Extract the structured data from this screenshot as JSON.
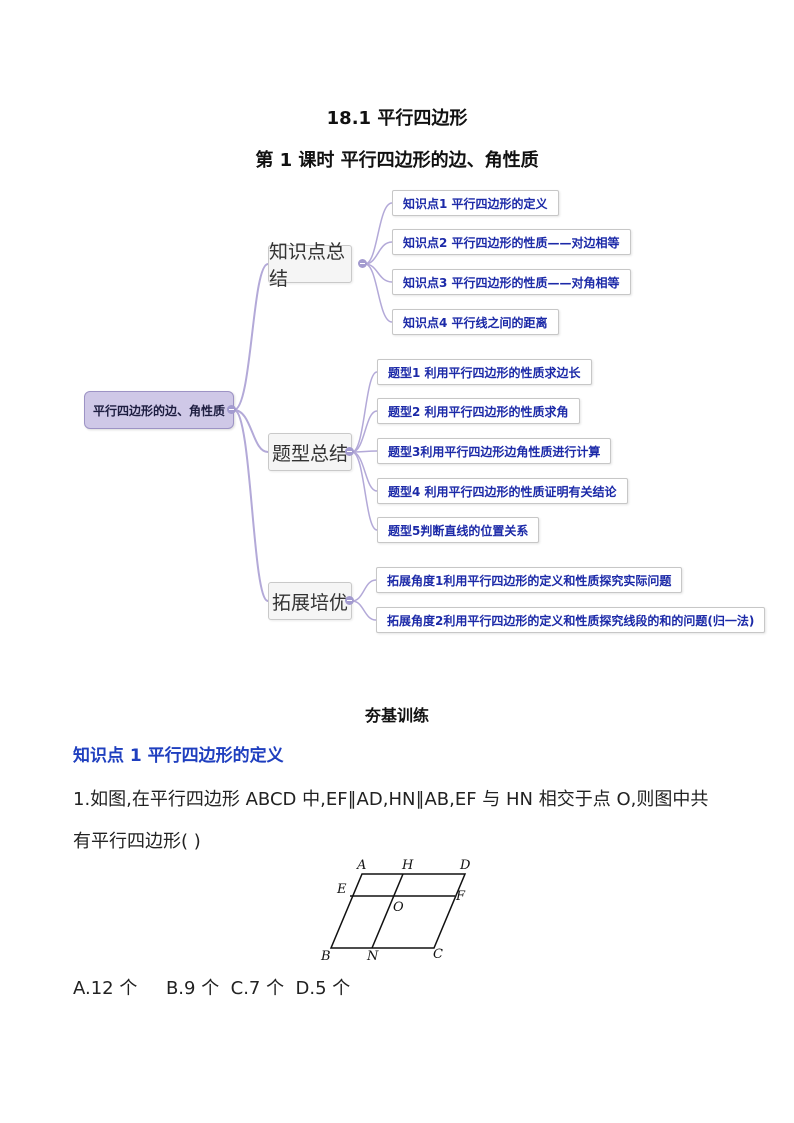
{
  "header": {
    "title": "18.1  平行四边形",
    "subtitle": "第 1 课时  平行四边形的边、角性质"
  },
  "mindmap": {
    "root": "平行四边形的边、角性质",
    "categories": [
      {
        "label": "知识点总结",
        "items": [
          "知识点1  平行四边形的定义",
          "知识点2 平行四边形的性质——对边相等",
          "知识点3 平行四边形的性质——对角相等",
          "知识点4 平行线之间的距离"
        ]
      },
      {
        "label": "题型总结",
        "items": [
          "题型1  利用平行四边形的性质求边长",
          "题型2 利用平行四边形的性质求角",
          "题型3利用平行四边形边角性质进行计算",
          "题型4 利用平行四边形的性质证明有关结论",
          "题型5判断直线的位置关系"
        ]
      },
      {
        "label": "拓展培优",
        "items": [
          "拓展角度1利用平行四边形的定义和性质探究实际问题",
          "拓展角度2利用平行四边形的定义和性质探究线段的和的问题(归一法)"
        ]
      }
    ],
    "colors": {
      "branch": "#b3a9d8",
      "leaf_text": "#1c2aa8",
      "root_fill": "#cfc8e7"
    }
  },
  "exercise": {
    "section_title": "夯基训练",
    "knowledge_point": "知识点 1  平行四边形的定义",
    "question_line1": "1.如图,在平行四边形 ABCD 中,EF∥AD,HN∥AB,EF 与 HN 相交于点 O,则图中共",
    "question_line2": "有平行四边形(        )",
    "figure_labels": {
      "A": "A",
      "H": "H",
      "D": "D",
      "E": "E",
      "F": "F",
      "O": "O",
      "B": "B",
      "N": "N",
      "C": "C"
    },
    "options": "A.12 个     B.9 个  C.7 个  D.5 个"
  }
}
